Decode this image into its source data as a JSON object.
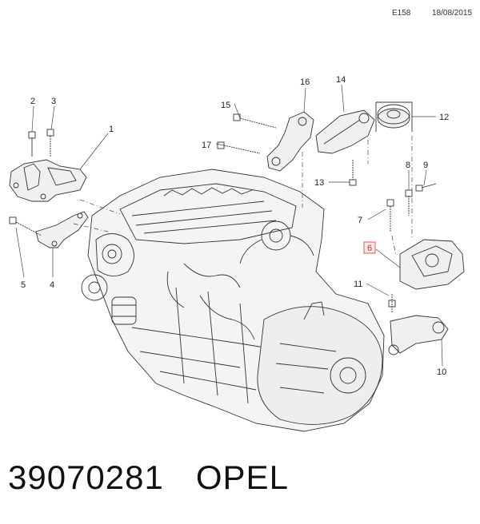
{
  "header": {
    "code": "E158",
    "date": "18/08/2015"
  },
  "callouts": {
    "c1": "1",
    "c2": "2",
    "c3": "3",
    "c4": "4",
    "c5": "5",
    "c6": "6",
    "c7": "7",
    "c8": "8",
    "c9": "9",
    "c10": "10",
    "c11": "11",
    "c12": "12",
    "c13": "13",
    "c14": "14",
    "c15": "15",
    "c16": "16",
    "c17": "17"
  },
  "highlighted_callout": "6",
  "highlight_color": "#d94a4a",
  "footer": {
    "part_number": "39070281",
    "brand": "OPEL"
  }
}
